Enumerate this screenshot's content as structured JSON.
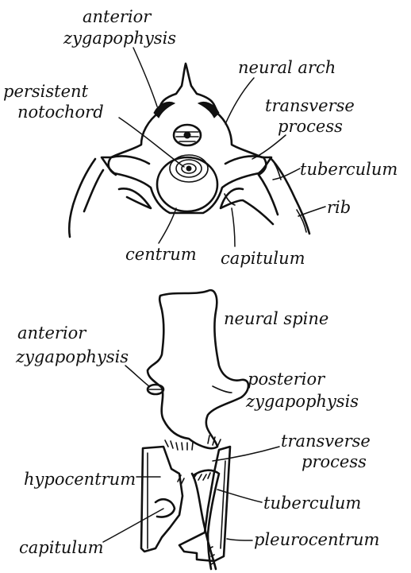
{
  "top_view": {
    "labels": {
      "anterior_zygapophysis_1": "anterior",
      "anterior_zygapophysis_2": "zygapophysis",
      "neural_arch": "neural arch",
      "persistent_notochord_1": "persistent",
      "persistent_notochord_2": "notochord",
      "transverse_process_1": "transverse",
      "transverse_process_2": "process",
      "tuberculum": "tuberculum",
      "rib": "rib",
      "centrum": "centrum",
      "capitulum": "capitulum"
    }
  },
  "side_view": {
    "labels": {
      "neural_spine": "neural spine",
      "anterior_zygapophysis_1": "anterior",
      "anterior_zygapophysis_2": "zygapophysis",
      "posterior_zygapophysis_1": "posterior",
      "posterior_zygapophysis_2": "zygapophysis",
      "transverse_process_1": "transverse",
      "transverse_process_2": "process",
      "hypocentrum": "hypocentrum",
      "tuberculum": "tuberculum",
      "capitulum": "capitulum",
      "pleurocentrum": "pleurocentrum"
    }
  }
}
